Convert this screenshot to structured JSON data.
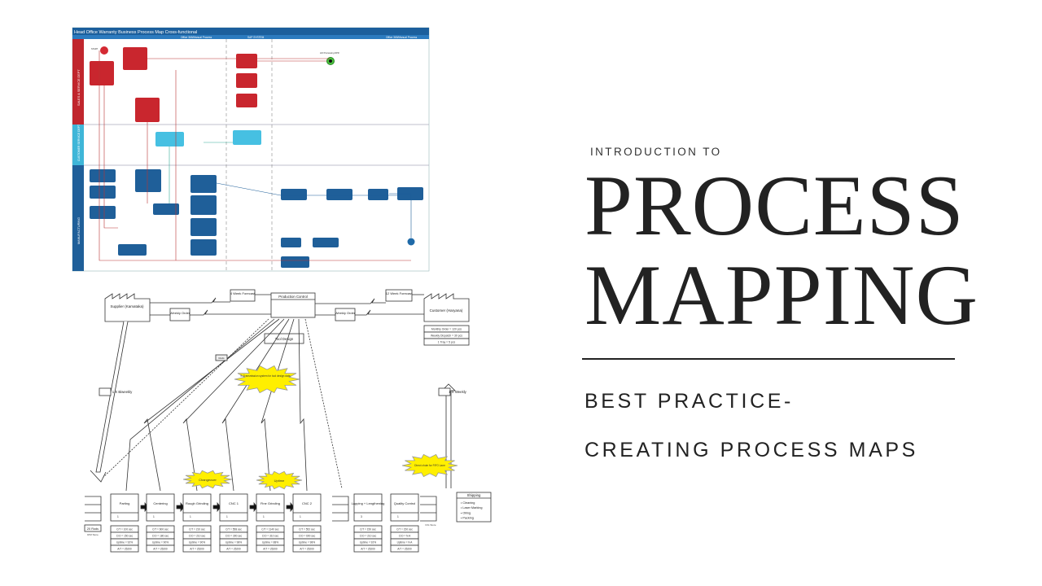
{
  "slide": {
    "kicker": "INTRODUCTION TO",
    "title_line1": "PROCESS",
    "title_line2": "MAPPING",
    "subtitle_line1": "BEST PRACTICE-",
    "subtitle_line2": "CREATING PROCESS MAPS"
  },
  "swimlane_map": {
    "title": "Head Office Warranty Business Process Map Cross-functional",
    "phases": [
      "Office 365/Manual Process",
      "SAP SYSTEM",
      "Office 365/Manual Process"
    ],
    "lanes": [
      {
        "label": "SALES & SERVICE DEPT",
        "color": "#c0262d"
      },
      {
        "label": "CUSTOMER SERVICE DEPT",
        "color": "#3fb6d8"
      },
      {
        "label": "MANUFACTURING",
        "color": "#1f5f99"
      }
    ],
    "start_label": "START",
    "end_label": "HO Processing DPR"
  },
  "value_stream_map": {
    "supplier": "Supplier (Kamataka)",
    "customer": "Customer (Haryana)",
    "production_control": "Production Control",
    "tool_design": "Tool Design",
    "forecast_supplier": "4 Week Forecast",
    "forecast_customer": "12 Week Forecast",
    "weekly_order_supplier": "Weekly Order",
    "weekly_order_customer": "Weekly Order",
    "customer_info": [
      "Monthly Order = 120 pcs",
      "Weekly Dispatch = 30 pcs",
      "1 Tray = 5 pcs"
    ],
    "supplier_delivery": "1 X Biweekly",
    "customer_delivery": "1 X Weekly",
    "rods_label": "Rods",
    "raw_store": "20 Rods",
    "raw_store_label": "R/M Store",
    "fg_store_label": "F/G Store",
    "kaizen_bursts": [
      "E-Transmission system for tool design data",
      "Changeover",
      "Uptime",
      "Direct chute for FIFO Lane"
    ],
    "processes": [
      {
        "name": "Parting",
        "operators": "1",
        "ct": "C/T = 100 sec",
        "co": "C/O = 150 sec",
        "uptime": "Uptime = 92%",
        "at": "A/T = 25200"
      },
      {
        "name": "Centering",
        "operators": "1",
        "ct": "C/T = 600 sec",
        "co": "C/O = 180 sec",
        "uptime": "Uptime = 90%",
        "at": "A/T = 25200"
      },
      {
        "name": "Rough Grinding",
        "operators": "1",
        "ct": "C/T = 210 sec",
        "co": "C/O = 210 sec",
        "uptime": "Uptime = 90%",
        "at": "A/T = 25200"
      },
      {
        "name": "CNC 1",
        "operators": "1",
        "ct": "C/T = 558 sec",
        "co": "C/O = 300 sec",
        "uptime": "Uptime = 98%",
        "at": "A/T = 25200"
      },
      {
        "name": "Fine Grinding",
        "operators": "1",
        "ct": "C/T = 1140 sec",
        "co": "C/O = 310 sec",
        "uptime": "Uptime = 88%",
        "at": "A/T = 25200"
      },
      {
        "name": "CNC 2",
        "operators": "1",
        "ct": "C/T = 552 sec",
        "co": "C/O = 600 sec",
        "uptime": "Uptime = 98%",
        "at": "A/T = 25200"
      },
      {
        "name": "Lapping + Lengthening",
        "operators": "3",
        "ct": "C/T = 150 sec",
        "co": "C/O = 210 sec",
        "uptime": "Uptime = 92%",
        "at": "A/T = 25200"
      },
      {
        "name": "Quality Control",
        "operators": "1",
        "ct": "C/T = 150 sec",
        "co": "C/O = N A",
        "uptime": "Uptime = N A",
        "at": "A/T = 25200"
      }
    ],
    "shipping": {
      "title": "Shipping",
      "steps": [
        "Cleaning",
        "Laser Marking",
        "Oiling",
        "Packing"
      ]
    }
  }
}
